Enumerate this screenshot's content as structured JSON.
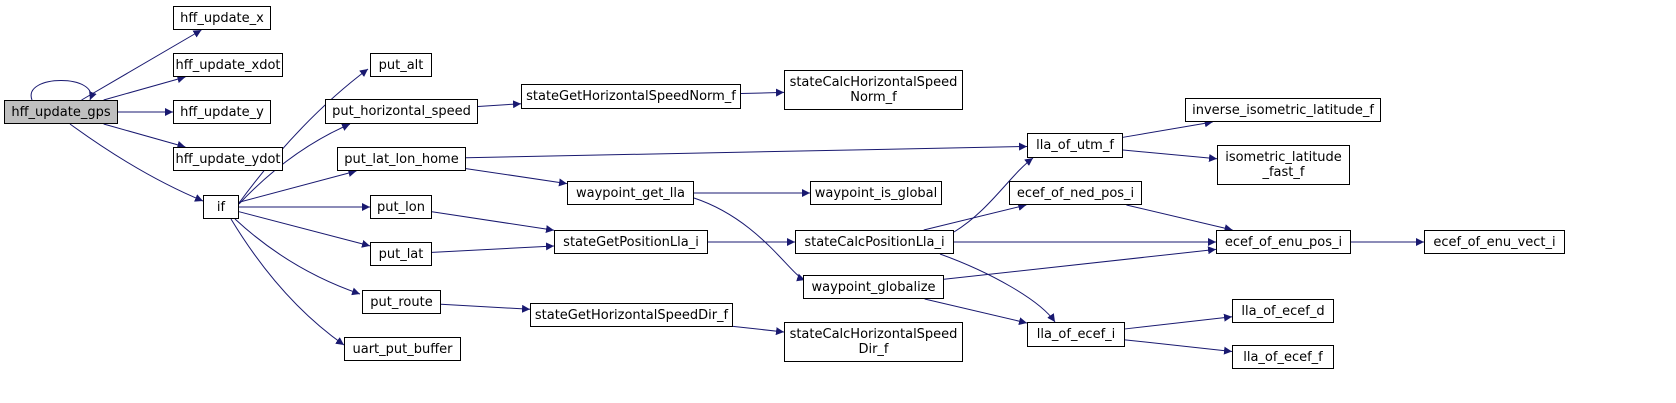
{
  "graph": {
    "nodes": [
      {
        "id": "hff_update_gps",
        "label": "hff_update_gps",
        "root": true
      },
      {
        "id": "hff_update_x",
        "label": "hff_update_x"
      },
      {
        "id": "hff_update_xdot",
        "label": "hff_update_xdot"
      },
      {
        "id": "hff_update_y",
        "label": "hff_update_y"
      },
      {
        "id": "hff_update_ydot",
        "label": "hff_update_ydot"
      },
      {
        "id": "if",
        "label": "if"
      },
      {
        "id": "put_alt",
        "label": "put_alt"
      },
      {
        "id": "put_horizontal_speed",
        "label": "put_horizontal_speed"
      },
      {
        "id": "put_lat_lon_home",
        "label": "put_lat_lon_home"
      },
      {
        "id": "put_lon",
        "label": "put_lon"
      },
      {
        "id": "put_lat",
        "label": "put_lat"
      },
      {
        "id": "put_route",
        "label": "put_route"
      },
      {
        "id": "uart_put_buffer",
        "label": "uart_put_buffer"
      },
      {
        "id": "stateGetHorizontalSpeedNorm_f",
        "label": "stateGetHorizontalSpeedNorm_f"
      },
      {
        "id": "stateCalcHorizontalSpeedNorm_f",
        "label": "stateCalcHorizontalSpeed\nNorm_f"
      },
      {
        "id": "waypoint_get_lla",
        "label": "waypoint_get_lla"
      },
      {
        "id": "waypoint_is_global",
        "label": "waypoint_is_global"
      },
      {
        "id": "stateGetPositionLla_i",
        "label": "stateGetPositionLla_i"
      },
      {
        "id": "stateCalcPositionLla_i",
        "label": "stateCalcPositionLla_i"
      },
      {
        "id": "waypoint_globalize",
        "label": "waypoint_globalize"
      },
      {
        "id": "stateGetHorizontalSpeedDir_f",
        "label": "stateGetHorizontalSpeedDir_f"
      },
      {
        "id": "stateCalcHorizontalSpeedDir_f",
        "label": "stateCalcHorizontalSpeed\nDir_f"
      },
      {
        "id": "lla_of_utm_f",
        "label": "lla_of_utm_f"
      },
      {
        "id": "inverse_isometric_latitude_f",
        "label": "inverse_isometric_latitude_f"
      },
      {
        "id": "isometric_latitude_fast_f",
        "label": "isometric_latitude\n_fast_f"
      },
      {
        "id": "ecef_of_ned_pos_i",
        "label": "ecef_of_ned_pos_i"
      },
      {
        "id": "ecef_of_enu_pos_i",
        "label": "ecef_of_enu_pos_i"
      },
      {
        "id": "ecef_of_enu_vect_i",
        "label": "ecef_of_enu_vect_i"
      },
      {
        "id": "lla_of_ecef_i",
        "label": "lla_of_ecef_i"
      },
      {
        "id": "lla_of_ecef_d",
        "label": "lla_of_ecef_d"
      },
      {
        "id": "lla_of_ecef_f",
        "label": "lla_of_ecef_f"
      }
    ],
    "edges": [
      [
        "hff_update_gps",
        "hff_update_gps"
      ],
      [
        "hff_update_gps",
        "hff_update_x"
      ],
      [
        "hff_update_gps",
        "hff_update_xdot"
      ],
      [
        "hff_update_gps",
        "hff_update_y"
      ],
      [
        "hff_update_gps",
        "hff_update_ydot"
      ],
      [
        "hff_update_gps",
        "if"
      ],
      [
        "if",
        "put_alt"
      ],
      [
        "if",
        "put_horizontal_speed"
      ],
      [
        "if",
        "put_lat_lon_home"
      ],
      [
        "if",
        "put_lon"
      ],
      [
        "if",
        "put_lat"
      ],
      [
        "if",
        "put_route"
      ],
      [
        "if",
        "uart_put_buffer"
      ],
      [
        "put_horizontal_speed",
        "stateGetHorizontalSpeedNorm_f"
      ],
      [
        "stateGetHorizontalSpeedNorm_f",
        "stateCalcHorizontalSpeedNorm_f"
      ],
      [
        "put_lat_lon_home",
        "lla_of_utm_f"
      ],
      [
        "put_lat_lon_home",
        "waypoint_get_lla"
      ],
      [
        "waypoint_get_lla",
        "waypoint_is_global"
      ],
      [
        "waypoint_get_lla",
        "waypoint_globalize"
      ],
      [
        "put_lon",
        "stateGetPositionLla_i"
      ],
      [
        "put_lat",
        "stateGetPositionLla_i"
      ],
      [
        "stateGetPositionLla_i",
        "stateCalcPositionLla_i"
      ],
      [
        "put_route",
        "stateGetHorizontalSpeedDir_f"
      ],
      [
        "stateGetHorizontalSpeedDir_f",
        "stateCalcHorizontalSpeedDir_f"
      ],
      [
        "lla_of_utm_f",
        "inverse_isometric_latitude_f"
      ],
      [
        "lla_of_utm_f",
        "isometric_latitude_fast_f"
      ],
      [
        "stateCalcPositionLla_i",
        "lla_of_utm_f"
      ],
      [
        "stateCalcPositionLla_i",
        "ecef_of_ned_pos_i"
      ],
      [
        "stateCalcPositionLla_i",
        "ecef_of_enu_pos_i"
      ],
      [
        "stateCalcPositionLla_i",
        "lla_of_ecef_i"
      ],
      [
        "ecef_of_ned_pos_i",
        "ecef_of_enu_pos_i"
      ],
      [
        "ecef_of_enu_pos_i",
        "ecef_of_enu_vect_i"
      ],
      [
        "waypoint_globalize",
        "ecef_of_enu_pos_i"
      ],
      [
        "waypoint_globalize",
        "lla_of_ecef_i"
      ],
      [
        "lla_of_ecef_i",
        "lla_of_ecef_d"
      ],
      [
        "lla_of_ecef_i",
        "lla_of_ecef_f"
      ]
    ]
  }
}
